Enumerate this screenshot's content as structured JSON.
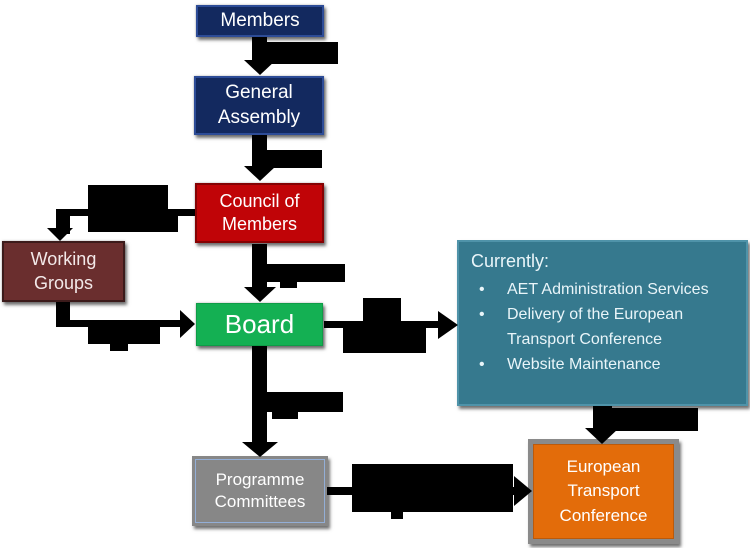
{
  "boxes": {
    "members": {
      "label": "Members"
    },
    "general_assembly": {
      "label": "General Assembly"
    },
    "council": {
      "label": "Council of Members"
    },
    "working_groups": {
      "label": "Working Groups"
    },
    "board": {
      "label": "Board"
    },
    "services": {
      "title": "Currently:",
      "bullet": "•",
      "bullets": [
        "AET Administration Services",
        "Delivery of the European Transport Conference",
        "Website Maintenance"
      ]
    },
    "programme": {
      "label": "Programme Committees"
    },
    "etc": {
      "label": "European Transport Conference"
    }
  },
  "colors": {
    "navy": "#13295f",
    "navy_border": "#2d4c97",
    "red": "#c00407",
    "red_border": "#850203",
    "maroon": "#6a2e2e",
    "maroon_border": "#3c1b1b",
    "green": "#14b053",
    "green_border": "#0e9c47",
    "teal": "#36798e",
    "teal_border": "#4f93a9",
    "gray": "#878787",
    "gray_stroke": "#93aed6",
    "orange": "#e36c0a",
    "orange_border": "#bb5a0b",
    "arrow": "#000000"
  }
}
